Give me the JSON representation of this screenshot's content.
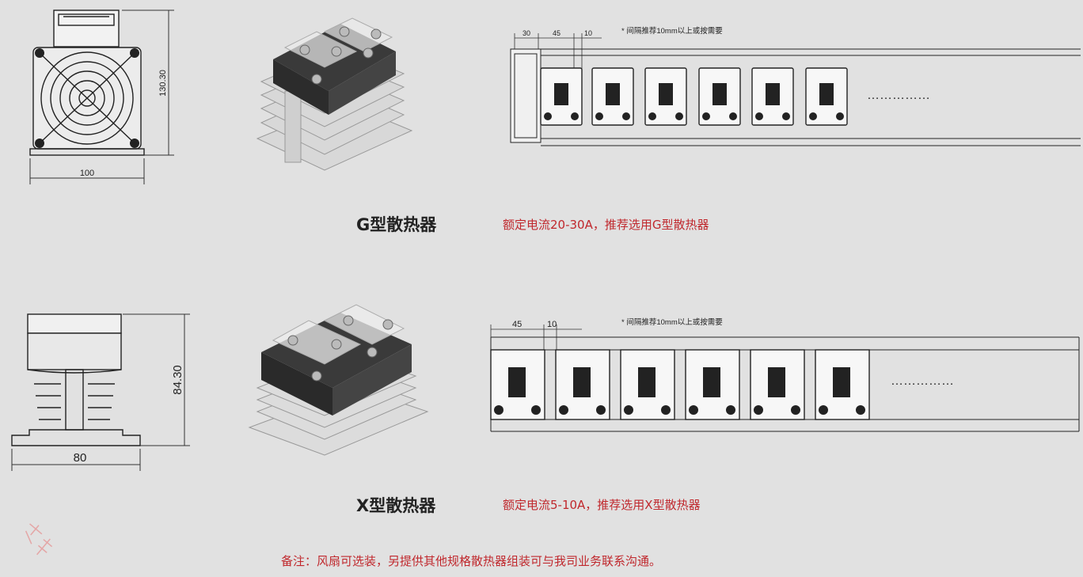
{
  "g_section": {
    "title": "G型散热器",
    "description": "额定电流20-30A，推荐选用G型散热器",
    "dim_width": "100",
    "dim_height": "130.30",
    "rail_dims": [
      "30",
      "45",
      "10"
    ],
    "spacing_note": "* 间隔推荐10mm以上或按需要",
    "ellipsis": "……………"
  },
  "x_section": {
    "title": "X型散热器",
    "description": "额定电流5-10A，推荐选用X型散热器",
    "dim_width": "80",
    "dim_height": "84.30",
    "rail_dims": [
      "45",
      "10"
    ],
    "spacing_note": "* 间隔推荐10mm以上或按需要",
    "ellipsis": "……………"
  },
  "footer_note": "备注：风扇可选装，另提供其他规格散热器组装可与我司业务联系沟通。",
  "watermark": "态半"
}
